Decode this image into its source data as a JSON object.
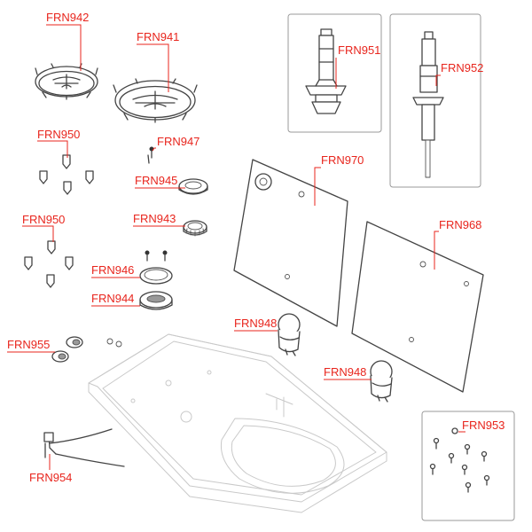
{
  "colors": {
    "label": "#e8251d",
    "outline": "#444444",
    "faint": "#c9c9c9",
    "box": "#9a9a9a"
  },
  "labels": {
    "frn942": "FRN942",
    "frn941": "FRN941",
    "frn951": "FRN951",
    "frn952": "FRN952",
    "frn950_top": "FRN950",
    "frn947": "FRN947",
    "frn945": "FRN945",
    "frn970": "FRN970",
    "frn950_bottom": "FRN950",
    "frn943": "FRN943",
    "frn968": "FRN968",
    "frn946": "FRN946",
    "frn944": "FRN944",
    "frn948_left": "FRN948",
    "frn955": "FRN955",
    "frn948_right": "FRN948",
    "frn953": "FRN953",
    "frn954": "FRN954"
  }
}
